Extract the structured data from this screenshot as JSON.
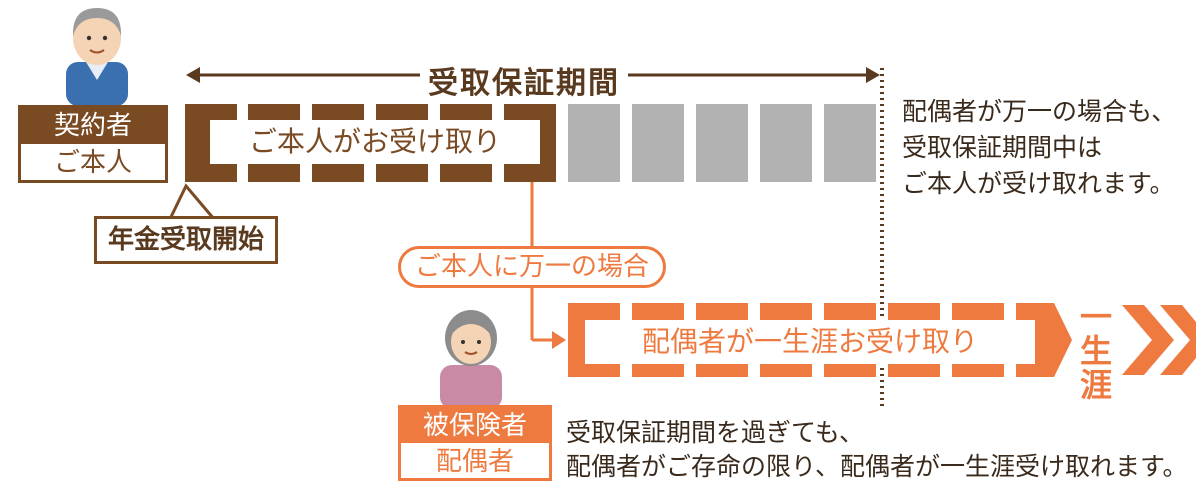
{
  "guarantee_period_label": "受取保証期間",
  "contractor_box": {
    "role": "契約者",
    "who": "ご本人"
  },
  "insured_box": {
    "role": "被保険者",
    "who": "配偶者"
  },
  "self_receiving_label": "ご本人がお受け取り",
  "spouse_receiving_label": "配偶者が一生涯お受け取り",
  "pension_start_label": "年金受取開始",
  "emergency_label": "ご本人に万一の場合",
  "right_note": [
    "配偶者が万一の場合も、",
    "受取保証期間中は",
    "ご本人が受け取れます。"
  ],
  "bottom_note": [
    "受取保証期間を過ぎても、",
    "配偶者がご存命の限り、配偶者が一生涯受け取れます。"
  ],
  "lifelong_label": [
    "一",
    "生",
    "涯"
  ],
  "colors": {
    "brown": "#7a4a22",
    "orange": "#ee7a40",
    "gray": "#b2b2b2"
  },
  "icons": [
    "elderly-man-icon",
    "elderly-woman-icon",
    "double-chevron-right-icon"
  ]
}
